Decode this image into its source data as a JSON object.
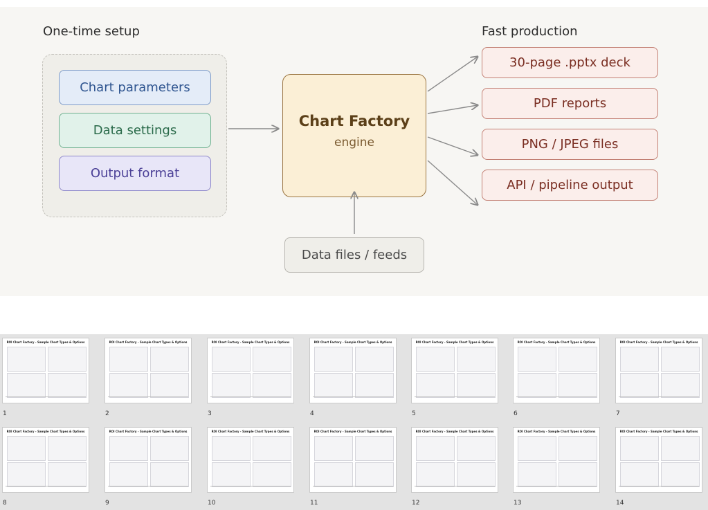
{
  "diagram": {
    "setup_heading": "One-time setup",
    "production_heading": "Fast production",
    "setup_items": [
      {
        "label": "Chart parameters",
        "fill": "#e4ecf8",
        "border": "#7e9bc7",
        "text": "#2f5590"
      },
      {
        "label": "Data settings",
        "fill": "#e1f2ea",
        "border": "#6fb08f",
        "text": "#2a6a4a"
      },
      {
        "label": "Output format",
        "fill": "#e8e6f8",
        "border": "#8c86c9",
        "text": "#4a3f96"
      }
    ],
    "engine": {
      "title": "Chart Factory",
      "subtitle": "engine"
    },
    "outputs": [
      "30-page .pptx deck",
      "PDF reports",
      "PNG / JPEG files",
      "API / pipeline output"
    ],
    "input": "Data files / feeds"
  },
  "thumbnails": {
    "slide_title": "ROI Chart Factory - Sample Chart Types & Options",
    "numbers": [
      "1",
      "2",
      "3",
      "4",
      "5",
      "6",
      "7",
      "8",
      "9",
      "10",
      "11",
      "12",
      "13",
      "14"
    ]
  }
}
